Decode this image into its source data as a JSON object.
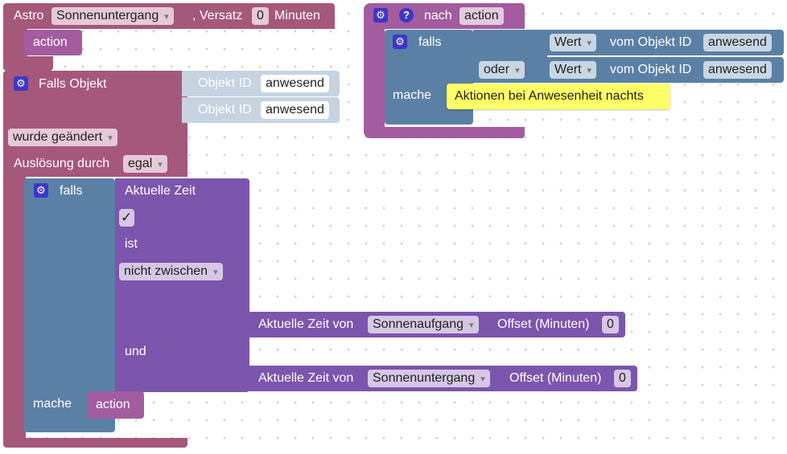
{
  "astro_block": {
    "label_astro": "Astro",
    "event_value": "Sonnenuntergang",
    "label_versatz": ", Versatz",
    "offset_value": "0",
    "label_minuten": "Minuten",
    "call_label": "action"
  },
  "trigger_block": {
    "label": "Falls Objekt",
    "object_label_1": "Objekt ID",
    "object_value_1": "anwesend",
    "object_label_2": "Objekt ID",
    "object_value_2": "anwesend",
    "change_value": "wurde geändert",
    "trigger_label": "Auslösung durch",
    "trigger_value": "egal"
  },
  "if_block_time": {
    "falls_label": "falls",
    "mache_label": "mache",
    "current_time_label": "Aktuelle Zeit",
    "checkbox_symbol": "✓",
    "ist_label": "ist",
    "op_value": "nicht zwischen",
    "und_label": "und",
    "sunrise_label": "Aktuelle Zeit von",
    "sunrise_value": "Sonnenaufgang",
    "sunrise_offset_label": "Offset (Minuten)",
    "sunrise_offset_value": "0",
    "sunset_label": "Aktuelle Zeit von",
    "sunset_value": "Sonnenuntergang",
    "sunset_offset_label": "Offset (Minuten)",
    "sunset_offset_value": "0",
    "call_label": "action"
  },
  "function_block": {
    "label_nach": "nach",
    "name": "action",
    "falls_label": "falls",
    "oder_value": "oder",
    "mache_label": "mache",
    "wert_value_1": "Wert",
    "vom_label_1": "vom Objekt ID",
    "object_value_1": "anwesend",
    "wert_value_2": "Wert",
    "vom_label_2": "vom Objekt ID",
    "object_value_2": "anwesend",
    "comment": "Aktionen bei Anwesenheit nachts"
  },
  "icons": {
    "gear": "gear-icon",
    "help": "help-icon"
  },
  "colors": {
    "maroon": "#a5587a",
    "plum": "#a35c9f",
    "steel": "#5b80a5",
    "purple": "#7c55ad",
    "light_blue": "#c6d3e0",
    "comment_yellow": "#ffff66",
    "icon_blue": "#3d36c9"
  }
}
